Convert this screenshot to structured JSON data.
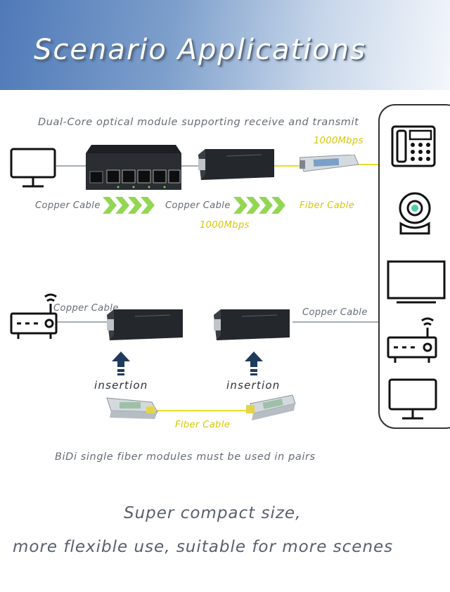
{
  "banner": {
    "title": "Scenario Applications"
  },
  "scenario1": {
    "caption": "Dual-Core optical module supporting receive and transmit",
    "speed_top": "1000Mbps",
    "speed_bottom": "1000Mbps",
    "copper_label_1": "Copper Cable",
    "copper_label_2": "Copper Cable",
    "fiber_label": "Fiber Cable"
  },
  "scenario2": {
    "copper_label_left": "Copper Cable",
    "copper_label_right": "Copper Cable",
    "insertion_left": "insertion",
    "insertion_right": "insertion",
    "fiber_label": "Fiber Cable",
    "caption": "BiDi single fiber modules must be used in pairs"
  },
  "footer": {
    "line1": "Super compact size,",
    "line2": "more flexible use, suitable for more scenes"
  },
  "icons": [
    "monitor-icon",
    "switch-icon",
    "media-converter-icon",
    "sfp-module-icon",
    "telephone-icon",
    "camera-icon",
    "tv-icon",
    "router-icon"
  ],
  "colors": {
    "banner": "#4f79b8",
    "fiber": "#e8dc2a",
    "chevron": "#8ad14a",
    "text": "#666c74"
  }
}
